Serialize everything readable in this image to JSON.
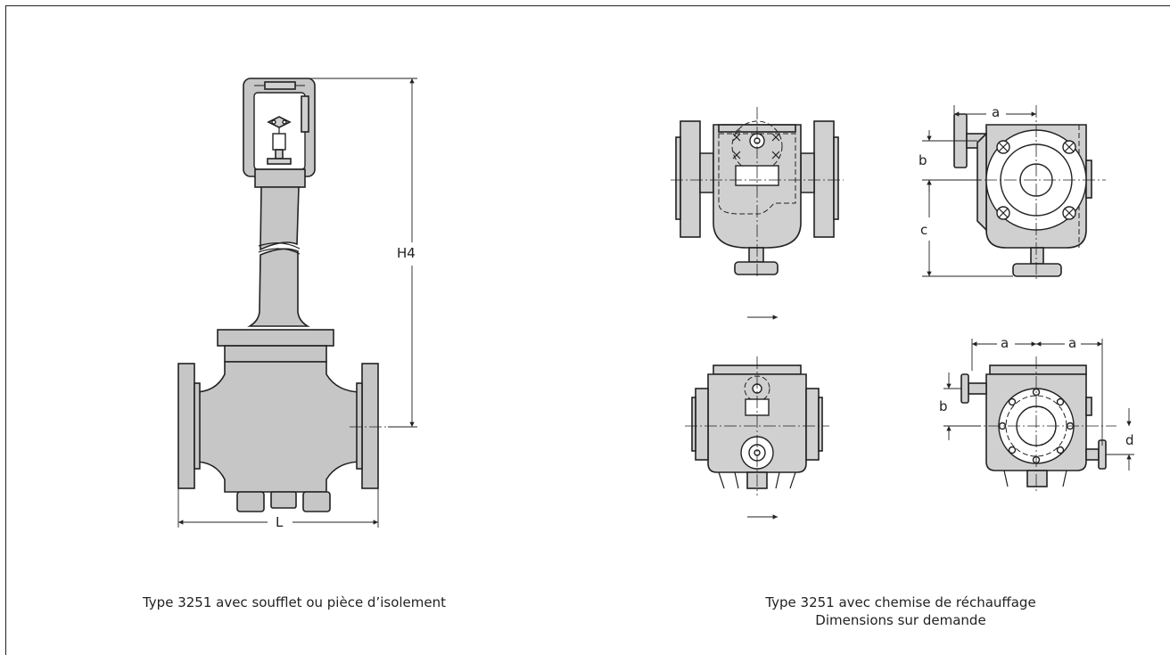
{
  "labels": {
    "H4": "H4",
    "L": "L",
    "a_top": "a",
    "b_top": "b",
    "c_top": "c",
    "a_bottom_left": "a",
    "a_bottom_right": "a",
    "b_bottom": "b",
    "d_bottom": "d"
  },
  "captions": {
    "left": "Type 3251 avec soufflet ou pièce d’isolement",
    "right_line1": "Type 3251 avec chemise de réchauffage",
    "right_line2": "Dimensions sur demande"
  }
}
